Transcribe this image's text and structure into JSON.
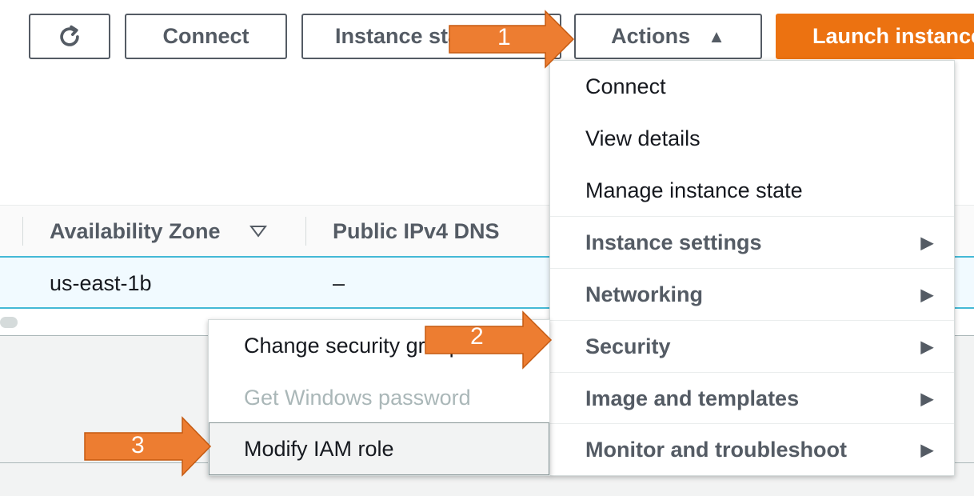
{
  "toolbar": {
    "refresh_icon": "refresh-icon",
    "connect_label": "Connect",
    "instance_state_label": "Instance state",
    "actions_label": "Actions",
    "launch_label": "Launch instances"
  },
  "table": {
    "columns": [
      "Availability Zone",
      "Public IPv4 DNS"
    ],
    "row": {
      "availability_zone": "us-east-1b",
      "public_dns": "–"
    }
  },
  "actions_menu": {
    "items": [
      "Connect",
      "View details",
      "Manage instance state"
    ],
    "groups": [
      "Instance settings",
      "Networking",
      "Security",
      "Image and templates",
      "Monitor and troubleshoot"
    ]
  },
  "security_submenu": {
    "items": [
      "Change security groups",
      "Get Windows password",
      "Modify IAM role"
    ]
  },
  "callouts": [
    "1",
    "2",
    "3"
  ],
  "colors": {
    "accent": "#ec7211",
    "callout": "#ed7d31",
    "selection": "#44b9d6"
  }
}
